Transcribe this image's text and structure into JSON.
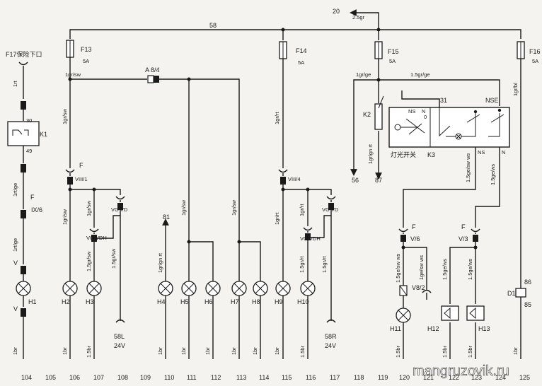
{
  "top_arrow_label": "20",
  "top_wire_label": "2.5gr",
  "bus_label": "58",
  "fuses": {
    "f13": {
      "name": "F13",
      "rating": "5A"
    },
    "f14": {
      "name": "F14",
      "rating": "5A"
    },
    "f15": {
      "name": "F15",
      "rating": "5A"
    },
    "f16": {
      "name": "F16",
      "rating": "5A"
    }
  },
  "left_title": "F17保险下口",
  "relay_k1": {
    "name": "K1",
    "pin_top": "30",
    "pin_bottom": "49"
  },
  "connector_a": "A 8/4",
  "switch_k2": "K2",
  "switch_k3": {
    "name": "K3",
    "label": "灯光开关"
  },
  "k3_pins": {
    "p31": "31",
    "nse": "NSE",
    "ns_inner": "NS",
    "n_inner": "N",
    "ns": "NS",
    "n": "N"
  },
  "k3_inner_zero": "0",
  "connectors": {
    "f_left": "F",
    "ix6": "IX/6",
    "v_top": "V",
    "v_bottom": "V",
    "f_106": "F",
    "viii1": "VIII/1",
    "vg_vd_1": "VG VD",
    "vg_vdh_1": "VG VDH",
    "viii4": "VIII/4",
    "vg_vd_2": "VG VD",
    "vg_vdh_2": "VG VDH",
    "f_v6": "F",
    "v6": "V/6",
    "f_v3": "F",
    "v3": "V/3",
    "v82": "V8/2"
  },
  "wires": {
    "w1rt": "1rt",
    "w1rtge_a": "1rt/ge",
    "w1rtge_b": "1rt/ge",
    "w1br_104": "1br",
    "w1grsw_h": "1gr/sw",
    "w1grsw_106": "1gr/sw",
    "w1grsw_106b": "1gr/sw",
    "w1grsw_107": "1gr/sw",
    "w15grsw_107": "1.5gr/sw",
    "w15grsw_108": "1.5gr/sw",
    "w1br_106": "1br",
    "w15br_107": "1.5br",
    "w1grgnrt_110": "1gr/gn rt",
    "w1br_110": "1br",
    "w1grsw_111": "1gr/sw",
    "w1br_111": "1br",
    "w1br_112": "1br",
    "w1grsw_113": "1gr/sw",
    "w1br_113": "1br",
    "w1br_114": "1br",
    "w1grrt_115": "1gr/rt",
    "w1grrt_115b": "1gr/rt",
    "w1grrt_116": "1gr/rt",
    "w15grrt_116": "1.5gr/rt",
    "w15grrt_117": "1.5gr/rt",
    "w1br_115": "1br",
    "w15br_116": "1.5br",
    "w1grge_f15": "1gr/ge",
    "w15grge_f15": "1.5gr/ge",
    "w1grbl_f16": "1gr/bl",
    "w1grgnrt_56": "1gr/gn rt",
    "w15gesw_ws": "1.5ge/sw ws",
    "w15gews_n": "1.5ge/ws",
    "w15gesw_120": "1.5ge/sw ws",
    "w1gesw_121": "1ge/sw ws",
    "w15gews_122": "1.5ge/ws",
    "w15gews_123": "1.5ge/ws",
    "w15br_120": "1.5br",
    "w15br_122": "1.5br",
    "w15br_123": "1.5br",
    "w1br_125": "1br"
  },
  "lamps": [
    "H1",
    "H2",
    "H3",
    "H4",
    "H5",
    "H6",
    "H7",
    "H8",
    "H9",
    "H10",
    "H11",
    "H13"
  ],
  "horn_h12": "H12",
  "ground_58l": {
    "name": "58L",
    "volt": "24V"
  },
  "ground_58r": {
    "name": "58R",
    "volt": "24V"
  },
  "arrows": {
    "a81": "81",
    "a56": "56",
    "a87": "87"
  },
  "relay_d1": {
    "name": "D1",
    "p86": "86",
    "p85": "85"
  },
  "grid_numbers": [
    "104",
    "105",
    "106",
    "107",
    "108",
    "109",
    "110",
    "111",
    "112",
    "113",
    "114",
    "115",
    "116",
    "117",
    "118",
    "119",
    "120",
    "121",
    "122",
    "123",
    "124",
    "125"
  ],
  "watermark": "mangruzovik.ru"
}
